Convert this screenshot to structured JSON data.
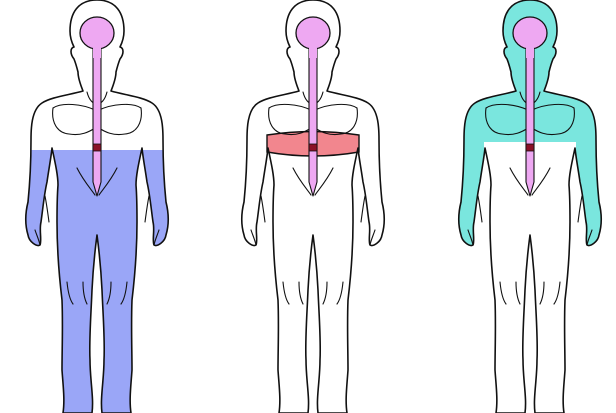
{
  "figures": [
    {
      "id": "lower-body",
      "region": "lower-body",
      "color": "#9aa6f7"
    },
    {
      "id": "trunk-band",
      "region": "trunk-band",
      "color": "#f2868e"
    },
    {
      "id": "upper-body",
      "region": "upper-body",
      "color": "#7ae6de"
    }
  ],
  "colors": {
    "outline": "#111111",
    "skin": "#ffffff",
    "neuraxis": "#eea8f2",
    "lesion_marker": "#8b1128"
  }
}
